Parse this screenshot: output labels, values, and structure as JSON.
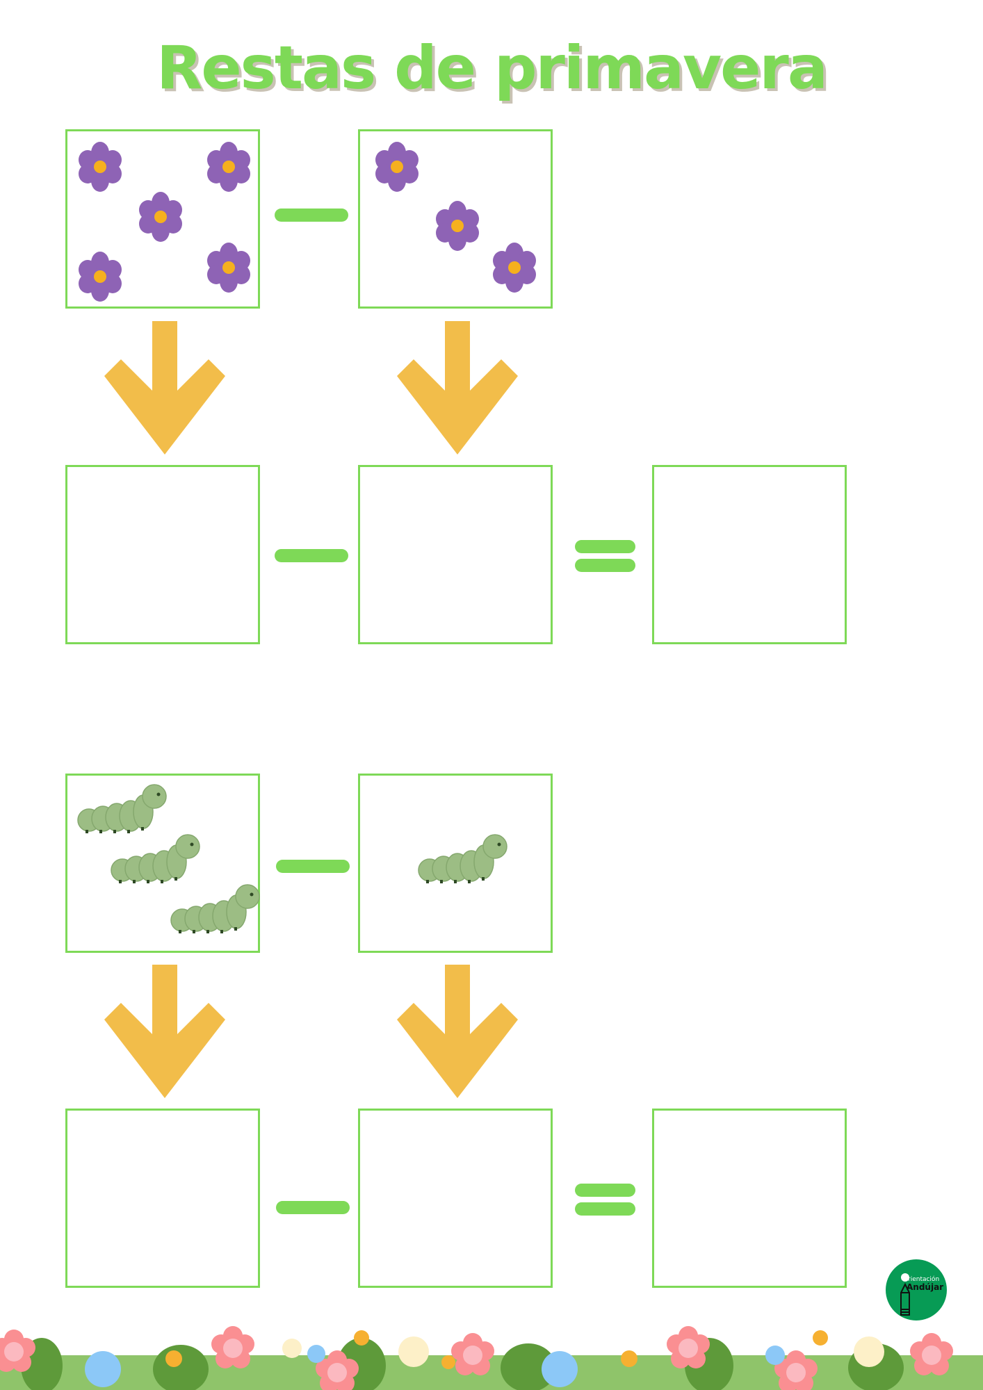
{
  "title": "Restas de primavera",
  "logo": {
    "line1": "rientación",
    "line2": "Andújar",
    "full": "Orientación Andújar"
  },
  "colors": {
    "accent": "#7ed957",
    "arrow": "#f2bd4a",
    "flower": "#8e63b5",
    "flower_center": "#f6b01e",
    "caterpillar": "#9cbd84",
    "logo": "#079b55"
  },
  "exercises": [
    {
      "item": "flower-icon",
      "minuend_count": 5,
      "subtrahend_count": 3
    },
    {
      "item": "caterpillar-icon",
      "minuend_count": 3,
      "subtrahend_count": 1
    }
  ]
}
